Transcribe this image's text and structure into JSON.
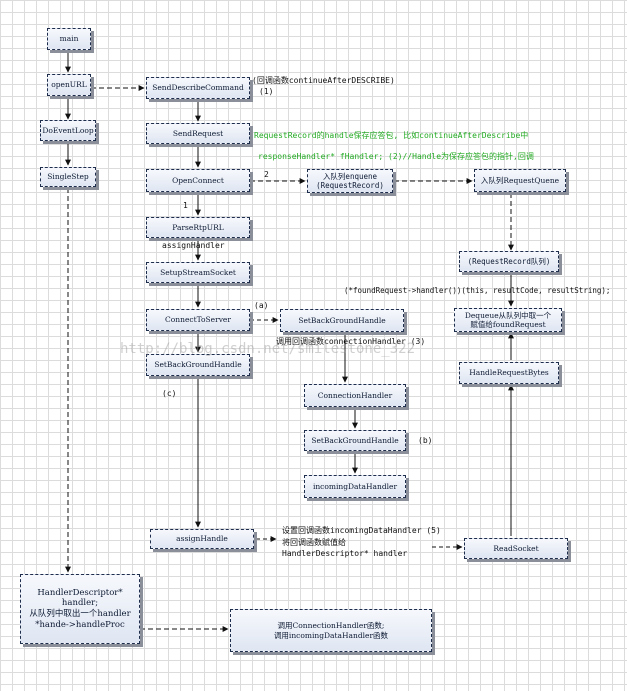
{
  "nodes": {
    "main": "main",
    "openURL": "openURL",
    "doEventLoop": "DoEventLoop",
    "singleStep": "SingleStep",
    "sendDescribe": "SendDescribeCommand",
    "sendRequest": "SendRequest",
    "openConnect": "OpenConnect",
    "parseRtpUrl": "ParseRtpURL",
    "setupStreamSocket": "SetupStreamSocket",
    "connectToServer": "ConnectToServer",
    "setBgHandleLeft": "SetBackGroundHandle",
    "setBgHandleMid": "SetBackGroundHandle",
    "connectionHandler": "ConnectionHandler",
    "setBgHandleLow": "SetBackGroundHandle",
    "incomingDataHandler": "incomingDataHandler",
    "assignHandle": "assignHandle",
    "enqueue": "入队列enquene\n(RequestRecord)",
    "requestQueue": "入队列RequestQuene",
    "requestRecordQueue": "(RequestRecord队列)",
    "dequeue": "Dequeue从队列中取一个\n赋值给foundRequest",
    "handleRequestBytes": "HandleRequestBytes",
    "readSocket": "ReadSocket",
    "handlerDescriptor": "HandlerDescriptor*\nhandler;\n从队列中取出一个handler\n*hande->handleProc",
    "callHandlers": "调用ConnectionHandler函数;\n调用incomingDataHandler函数"
  },
  "labels": {
    "callbackDescribe": "(回调函数continueAfterDESCRIBE)",
    "callbackDescribeNum": "(1)",
    "requestRecordNote": "RequestRecord的handle保存应答包, 比如continueAfterDescribe中",
    "responseHandlerNote": "responseHandler* fHandler;  (2)//Handle为保存应答包的指针,回调",
    "edgeNum2": "2",
    "edgeNum1": "1",
    "assignHandler": "assignHandler",
    "foundRequestCall": "(*foundRequest->handler())(this, resultCode, resultString);",
    "markA": "(a)",
    "markB": "(b)",
    "markC": "(c)",
    "connectionHandlerCallback": "调用回调函数connectionHandler (3)",
    "incomingCallback": "设置回调函数incomingDataHandler (5)",
    "assignCallback": "将回调函数赋值给",
    "handlerDescriptorVar": "HandlerDescriptor* handler",
    "watermark": "http://blog.csdn.net/smilestone_322"
  }
}
